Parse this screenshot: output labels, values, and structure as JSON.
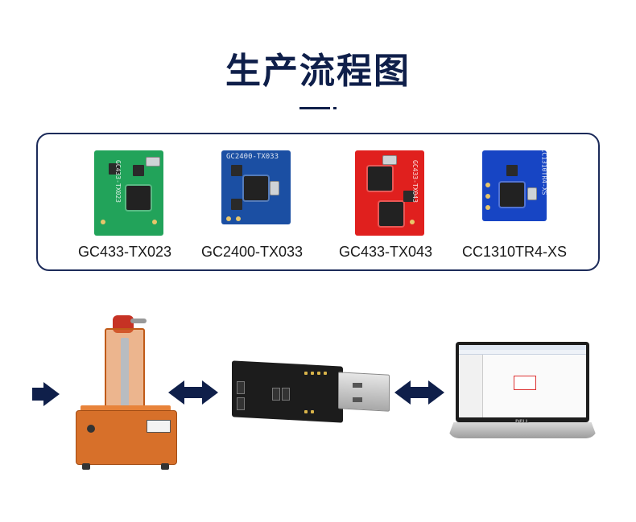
{
  "page": {
    "title": "生产流程图"
  },
  "modules": [
    {
      "label": "GC433-TX023",
      "board_color": "#22a35a",
      "silk": "GC433-TX023"
    },
    {
      "label": "GC2400-TX033",
      "board_color": "#1b4fa3",
      "silk": "GC2400-TX033"
    },
    {
      "label": "GC433-TX043",
      "board_color": "#e0201e",
      "silk": "GC433-TX043"
    },
    {
      "label": "CC1310TR4-XS",
      "board_color": "#1745c4",
      "silk": "CC1310TR4-XS"
    }
  ],
  "flow": {
    "items": [
      {
        "name": "test-fixture",
        "icon": "test-fixture-icon"
      },
      {
        "name": "usb-ttl-adapter",
        "icon": "usb-dongle-icon"
      },
      {
        "name": "laptop",
        "icon": "laptop-icon"
      }
    ],
    "laptop_brand": "DELL"
  },
  "colors": {
    "primary": "#0f1f4a",
    "fixture_orange": "#d7702a"
  }
}
